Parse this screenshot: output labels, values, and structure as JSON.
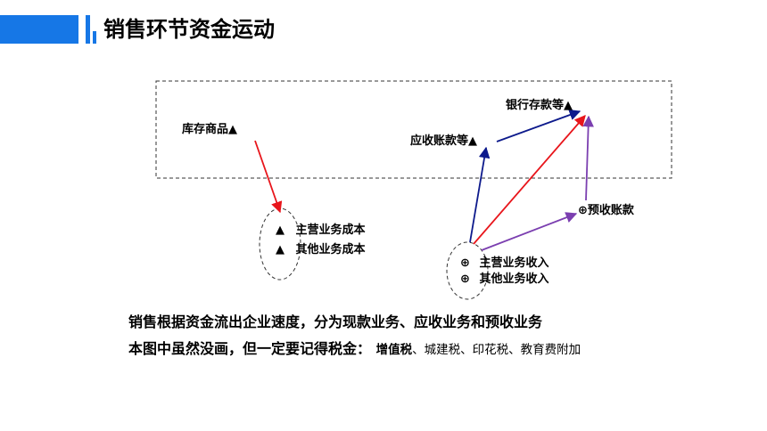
{
  "title": "销售环节资金运动",
  "nodes": {
    "inventory": {
      "label": "库存商品",
      "marker": "▲"
    },
    "receivable": {
      "label": "应收账款等",
      "marker": "▲"
    },
    "bank": {
      "label": "银行存款等",
      "marker": "▲"
    },
    "advance": {
      "label": "预收账款",
      "marker": "⊕"
    },
    "cost_main": {
      "label": "主营业务成本",
      "marker": "▲"
    },
    "cost_other": {
      "label": "其他业务成本",
      "marker": "▲"
    },
    "revenue_main": {
      "label": "主营业务收入",
      "marker": "⊕"
    },
    "revenue_other": {
      "label": "其他业务收入",
      "marker": "⊕"
    }
  },
  "edges": [
    {
      "from": "inventory",
      "to": "cost",
      "color": "#e8151b"
    },
    {
      "from": "revenue",
      "to": "receivable",
      "color": "#0d1a8c"
    },
    {
      "from": "receivable",
      "to": "bank",
      "color": "#0d1a8c"
    },
    {
      "from": "revenue",
      "to": "bank",
      "color": "#e8151b"
    },
    {
      "from": "revenue",
      "to": "advance",
      "color": "#7b3fb0"
    },
    {
      "from": "advance",
      "to": "bank",
      "color": "#7b3fb0"
    }
  ],
  "notes": {
    "line1": "销售根据资金流出企业速度，分为现款业务、应收业务和预收业务",
    "line2_prefix": "本图中虽然没画，但一定要记得税金：",
    "line2_taxes_bold": "增值税",
    "line2_taxes_rest": "、城建税、印花税、教育费附加"
  },
  "colors": {
    "accent": "#1677e6",
    "red": "#e8151b",
    "navy": "#0d1a8c",
    "purple": "#7b3fb0"
  }
}
